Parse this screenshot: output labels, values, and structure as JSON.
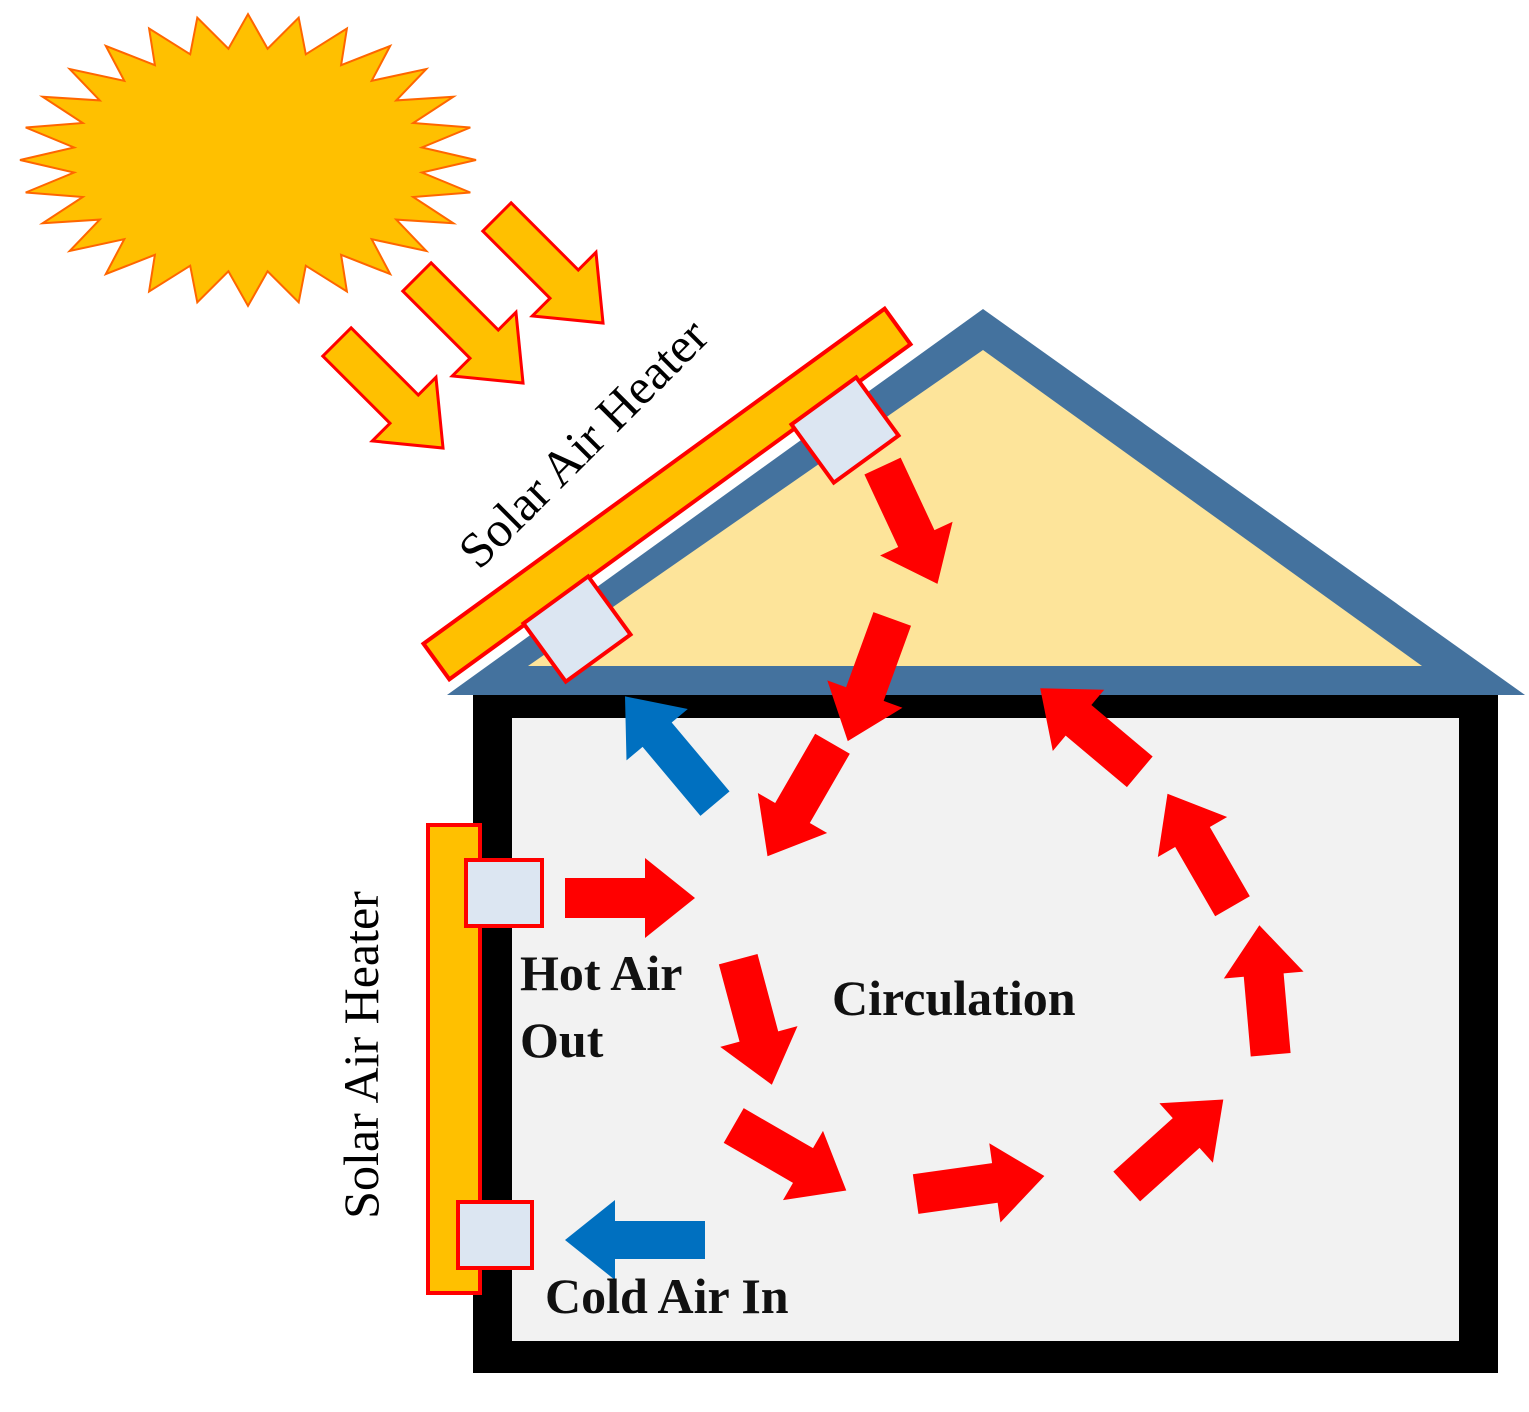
{
  "labels": {
    "roof_heater": "Solar Air Heater",
    "wall_heater": "Solar Air Heater",
    "hot_air_line1": "Hot Air",
    "hot_air_line2": "Out",
    "circulation": "Circulation",
    "cold_air": "Cold Air In"
  },
  "colors": {
    "sun": "#FFC000",
    "sun_outline": "#FF6600",
    "roof_frame": "#44729E",
    "attic_fill": "#FDE49A",
    "room_fill": "#F2F2F2",
    "wall": "#000000",
    "heater_fill": "#FFC000",
    "heater_border": "#FF0000",
    "vent_fill": "#DCE6F2",
    "hot_arrow": "#FF0000",
    "cold_arrow": "#0070C0"
  }
}
